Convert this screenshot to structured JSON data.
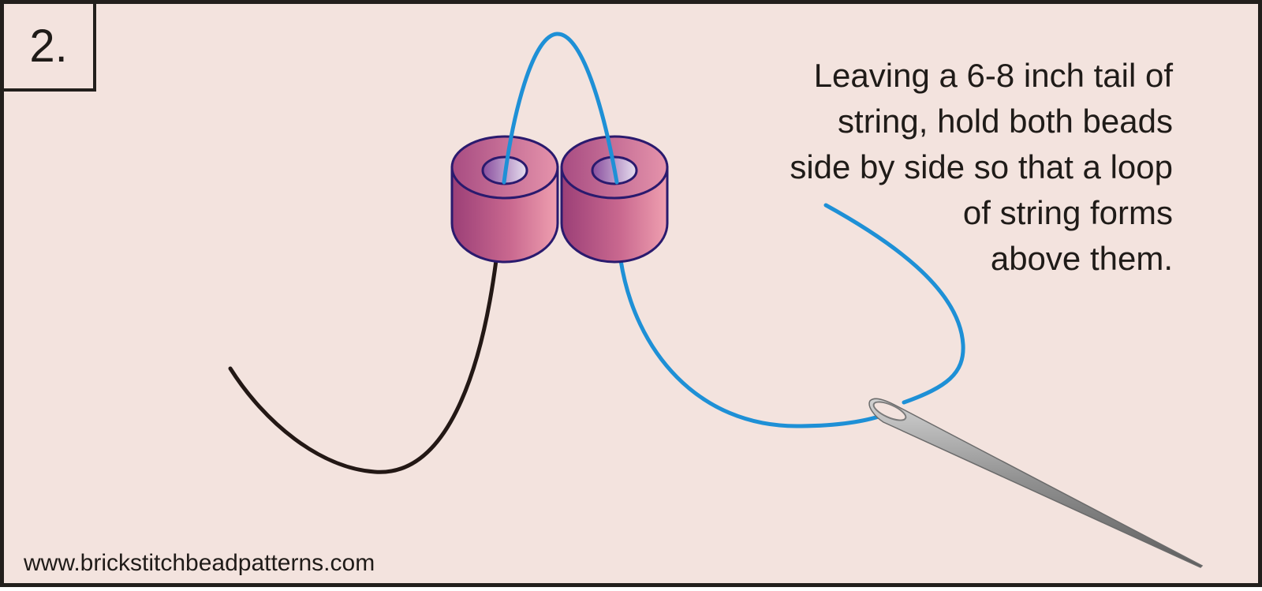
{
  "step": {
    "number": "2."
  },
  "instruction": {
    "lines": [
      "Leaving a 6-8 inch tail of",
      "string, hold both beads",
      "side by side so that a loop",
      "of string forms",
      "above them."
    ]
  },
  "footer": {
    "website": "www.brickstitchbeadpatterns.com"
  },
  "colors": {
    "background": "#f3e3de",
    "border": "#221f1c",
    "working_thread": "#1e90d6",
    "tail_thread": "#231815",
    "bead_dark": "#9b3f77",
    "bead_light": "#efa0b0",
    "bead_outline": "#2a1a6e",
    "needle": "#8f8f8f"
  },
  "icons": [
    "bead-icon",
    "needle-icon"
  ]
}
